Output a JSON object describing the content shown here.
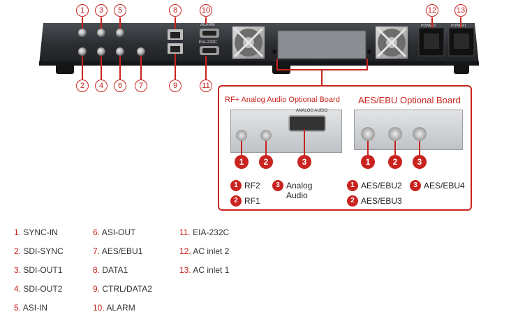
{
  "callouts": [
    "1",
    "2",
    "3",
    "4",
    "5",
    "6",
    "7",
    "8",
    "9",
    "10",
    "11",
    "12",
    "13"
  ],
  "panel_labels": {
    "alarm": "ALARM",
    "eia": "EIA-232C",
    "power1": "POWER1",
    "power2": "POWER2"
  },
  "rf_board": {
    "title": "RF+ Analog Audio Optional Board",
    "panel_label": "ANALOG AUDIO",
    "items": [
      {
        "num": "1",
        "label": "RF2"
      },
      {
        "num": "2",
        "label": "RF1"
      },
      {
        "num": "3",
        "label": "Analog Audio"
      }
    ]
  },
  "aes_board": {
    "title": "AES/EBU Optional Board",
    "items": [
      {
        "num": "1",
        "label": "AES/EBU2"
      },
      {
        "num": "2",
        "label": "AES/EBU3"
      },
      {
        "num": "3",
        "label": "AES/EBU4"
      }
    ]
  },
  "legend": [
    {
      "num": "1.",
      "label": "SYNC-IN"
    },
    {
      "num": "2.",
      "label": "SDI-SYNC"
    },
    {
      "num": "3.",
      "label": "SDI-OUT1"
    },
    {
      "num": "4.",
      "label": "SDI-OUT2"
    },
    {
      "num": "5.",
      "label": "ASI-IN"
    },
    {
      "num": "6.",
      "label": "ASI-OUT"
    },
    {
      "num": "7.",
      "label": "AES/EBU1"
    },
    {
      "num": "8.",
      "label": "DATA1"
    },
    {
      "num": "9.",
      "label": "CTRL/DATA2"
    },
    {
      "num": "10.",
      "label": "ALARM"
    },
    {
      "num": "11.",
      "label": "EIA-232C"
    },
    {
      "num": "12.",
      "label": "AC inlet 2"
    },
    {
      "num": "13.",
      "label": "AC inlet 1"
    }
  ],
  "colors": {
    "accent": "#c8231e",
    "chassis": "#2a2c30",
    "board": "#cdd0d3"
  }
}
